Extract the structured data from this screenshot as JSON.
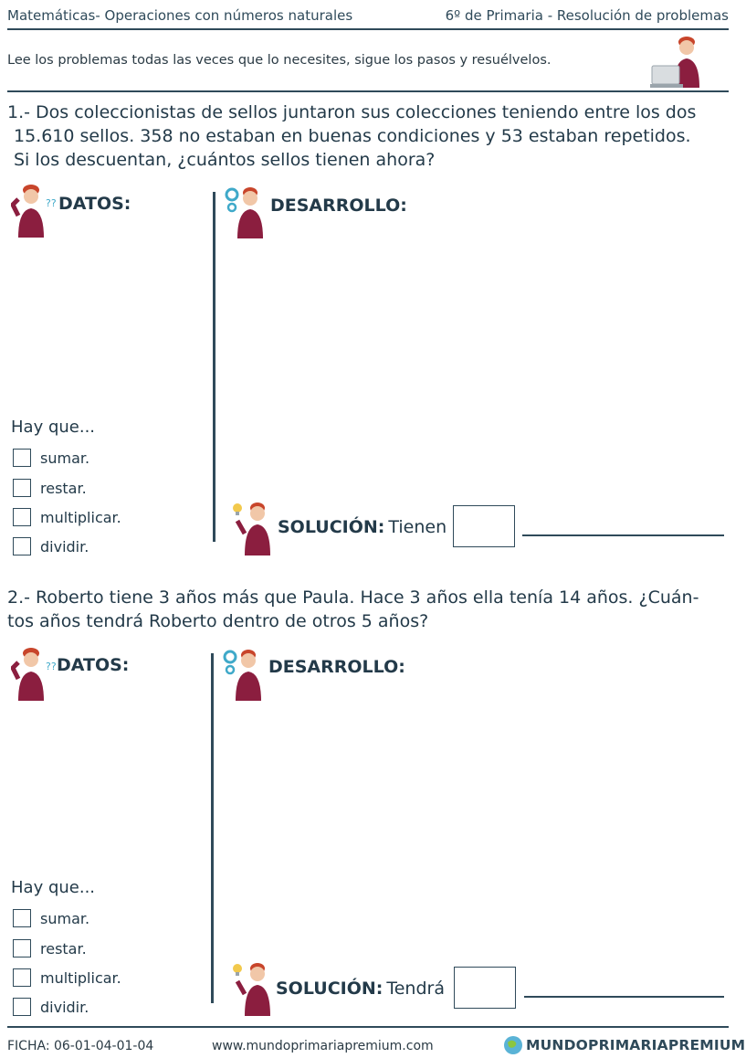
{
  "header": {
    "left": "Matemáticas- Operaciones con números naturales",
    "right": "6º de Primaria - Resolución de problemas"
  },
  "instructions": "Lee los problemas todas las veces que lo necesites, sigue los pasos y resuélvelos.",
  "problem1": {
    "text_line1": "1.- Dos coleccionistas de sellos juntaron sus colecciones teniendo entre los dos",
    "text_line2": "15.610 sellos. 358 no estaban en buenas condiciones y 53 estaban repetidos.",
    "text_line3": "Si los descuentan, ¿cuántos sellos tienen ahora?",
    "datos_label": "DATOS:",
    "desarrollo_label": "DESARROLLO:",
    "hay_que": "Hay que...",
    "options": [
      "sumar.",
      "restar.",
      "multiplicar.",
      "dividir."
    ],
    "solucion_label": "SOLUCIÓN:",
    "solucion_word": "Tienen"
  },
  "problem2": {
    "text_line1": "2.- Roberto tiene 3 años más que Paula. Hace 3 años ella tenía 14 años. ¿Cuán-",
    "text_line2": "tos años tendrá Roberto dentro de otros 5 años?",
    "datos_label": "DATOS:",
    "desarrollo_label": "DESARROLLO:",
    "hay_que": "Hay que...",
    "options": [
      "sumar.",
      "restar.",
      "multiplicar.",
      "dividir."
    ],
    "solucion_label": "SOLUCIÓN:",
    "solucion_word": "Tendrá"
  },
  "footer": {
    "ficha": "FICHA: 06-01-04-01-04",
    "url": "www.mundoprimariapremium.com",
    "brand_main": "MUNDOPRIMARIA",
    "brand_premium": "PREMIUM"
  },
  "colors": {
    "ink": "#233a49",
    "shirt": "#8b1e3f",
    "hair": "#c8452b",
    "gear": "#3fa9c9",
    "bulb": "#f2c94c"
  }
}
